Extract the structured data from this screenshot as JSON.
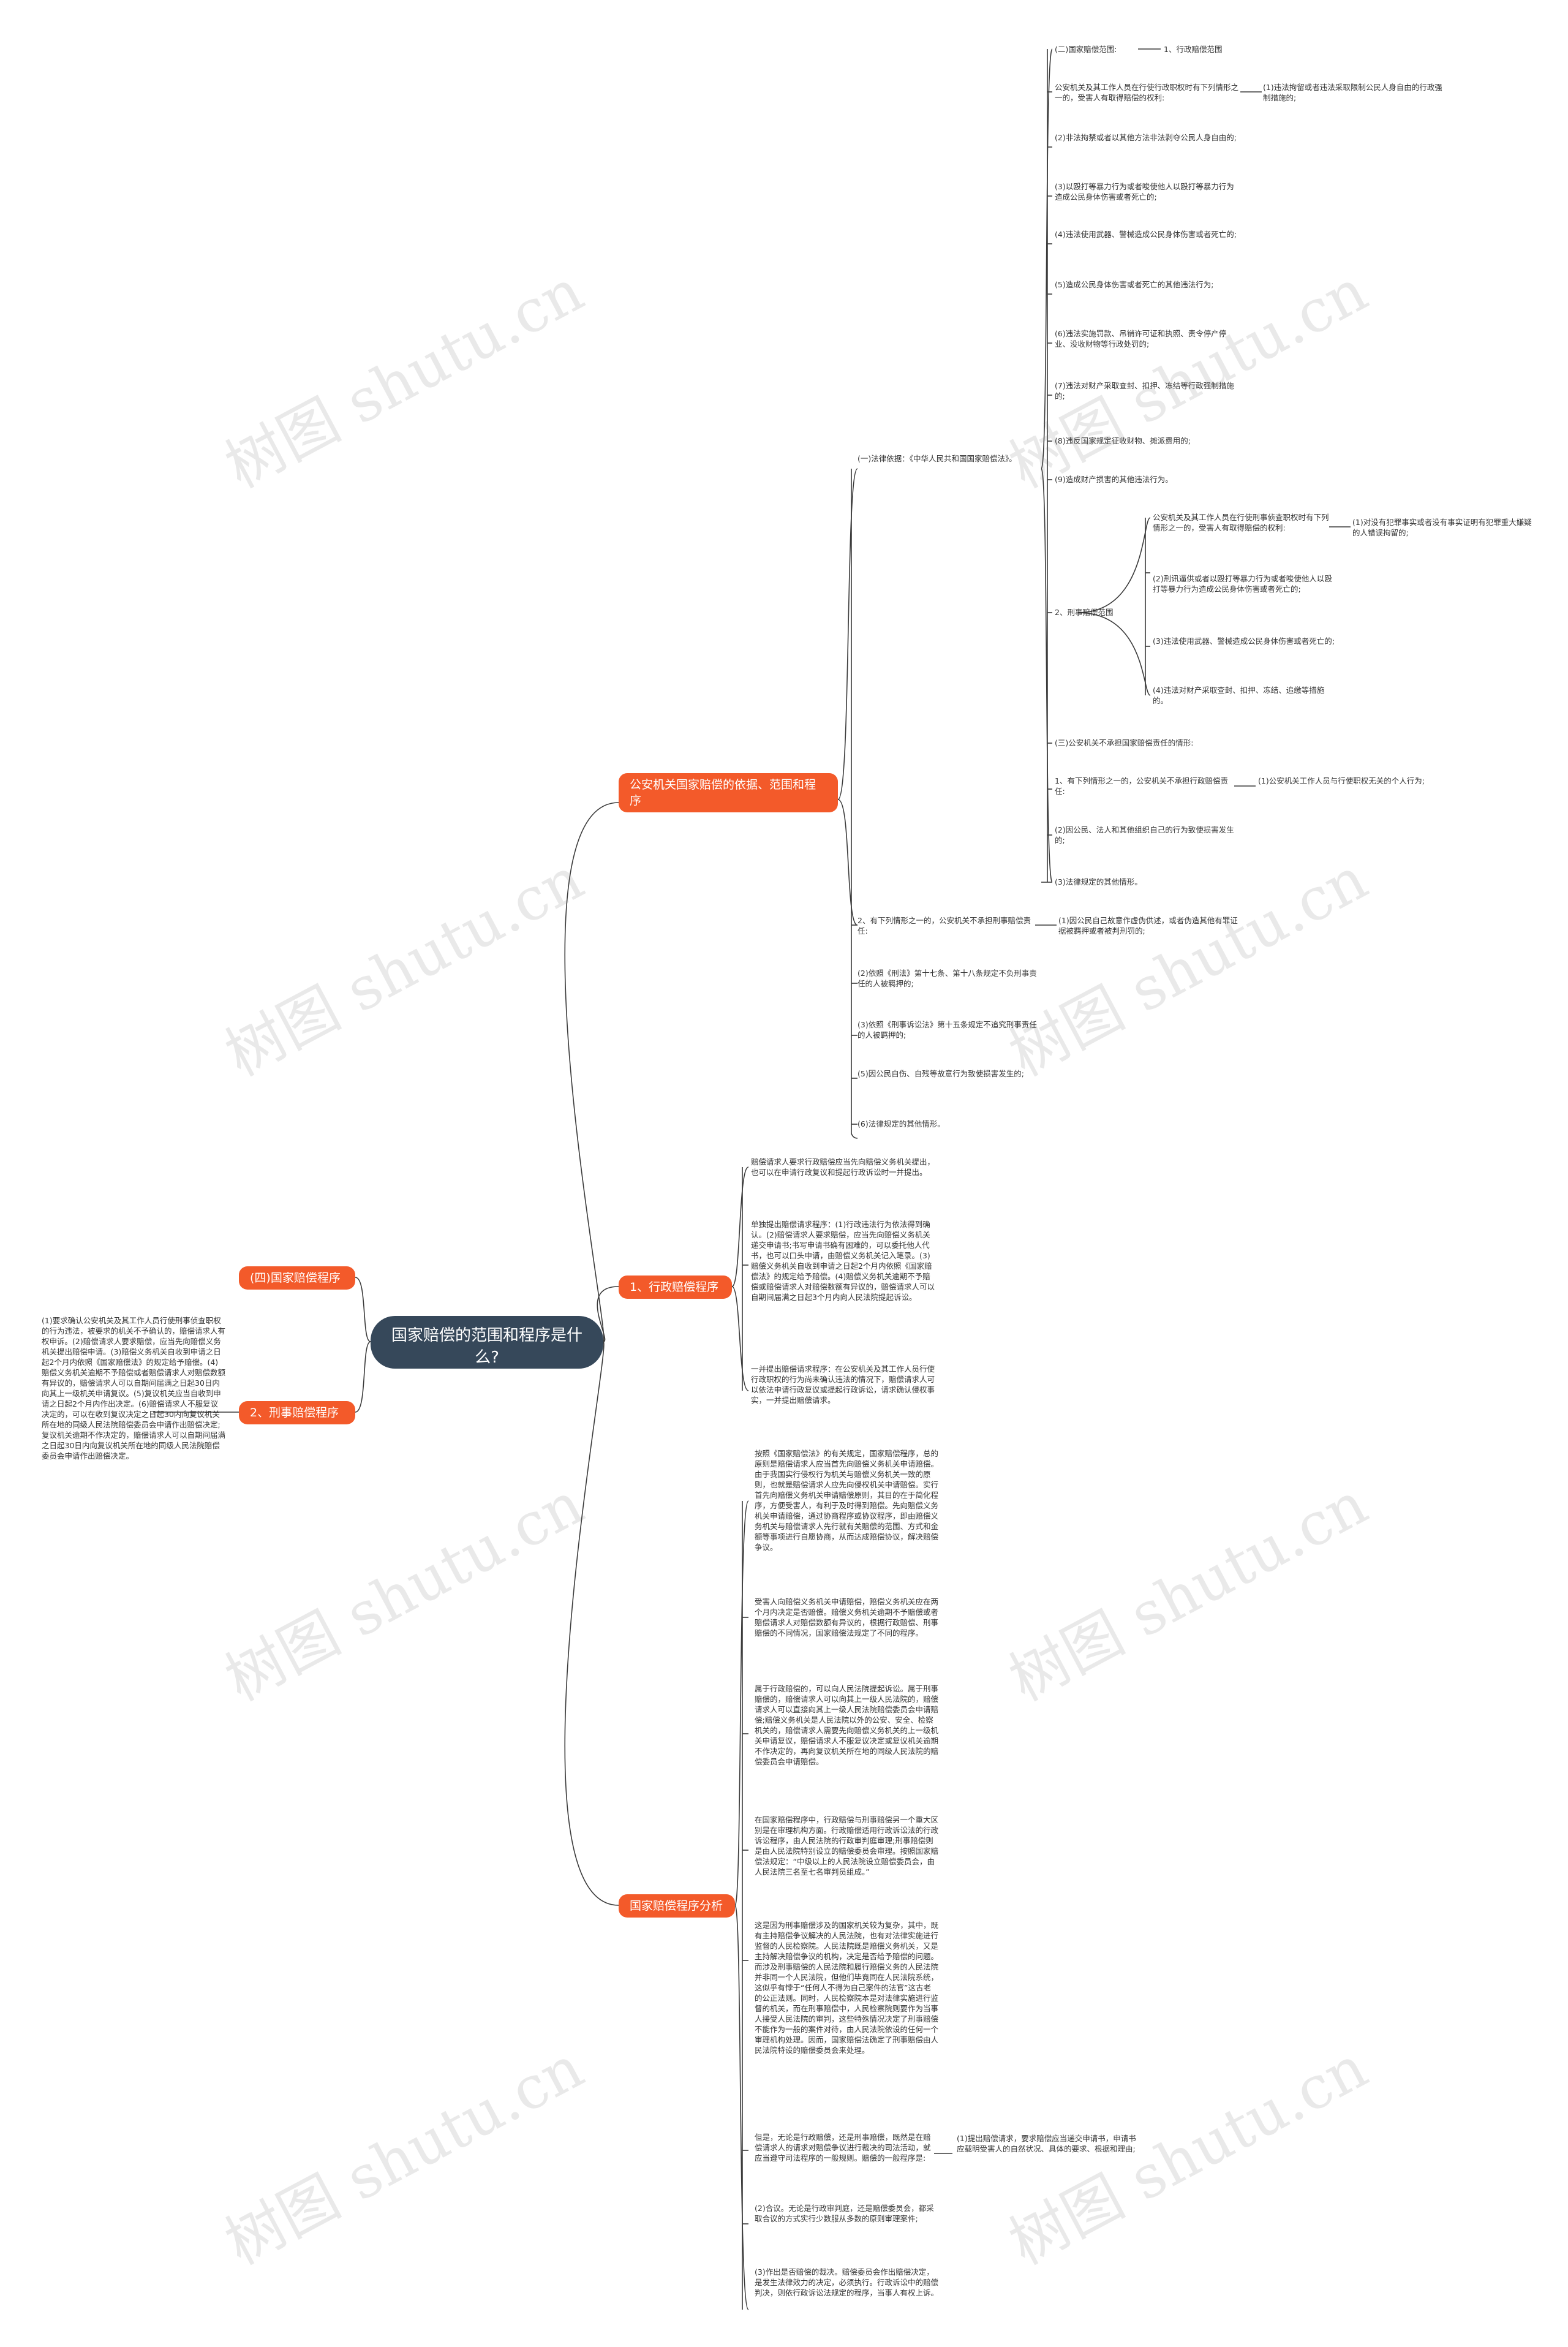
{
  "root": "国家赔偿的范围和程序是什么?",
  "branches": {
    "b1": "公安机关国家赔偿的依据、范围和程序",
    "b2": "1、行政赔偿程序",
    "b3": "国家赔偿程序分析",
    "b4": "(四)国家赔偿程序",
    "b5": "2、刑事赔偿程序"
  },
  "left_note": "(1)要求确认公安机关及其工作人员行使刑事侦查职权的行为违法，被要求的机关不予确认的，赔偿请求人有权申诉。(2)赔偿请求人要求赔偿，应当先向赔偿义务机关提出赔偿申请。(3)赔偿义务机关自收到申请之日起2个月内依照《国家赔偿法》的规定给予赔偿。(4)赔偿义务机关逾期不予赔偿或者赔偿请求人对赔偿数额有异议的，赔偿请求人可以自期间届满之日起30日内向其上一级机关申请复议。(5)复议机关应当自收到申请之日起2个月内作出决定。(6)赔偿请求人不服复议决定的，可以在收到复议决定之日起30内向复议机关所在地的同级人民法院赔偿委员会申请作出赔偿决定;复议机关逾期不作决定的，赔偿请求人可以自期间届满之日起30日内向复议机关所在地的同级人民法院赔偿委员会申请作出赔偿决定。",
  "b1_nodes": {
    "n_scope": "(二)国家赔偿范围:",
    "n_admin": "1、行政赔偿范围",
    "n_a1": "公安机关及其工作人员在行使行政职权时有下列情形之一的，受害人有取得赔偿的权利:",
    "n_a1c": "(1)违法拘留或者违法采取限制公民人身自由的行政强制措施的;",
    "n_a2": "(2)非法拘禁或者以其他方法非法剥夺公民人身自由的;",
    "n_a3": "(3)以殴打等暴力行为或者唆使他人以殴打等暴力行为造成公民身体伤害或者死亡的;",
    "n_a4": "(4)违法使用武器、警械造成公民身体伤害或者死亡的;",
    "n_a5": "(5)造成公民身体伤害或者死亡的其他违法行为;",
    "n_a6": "(6)违法实施罚款、吊销许可证和执照、责令停产停业、没收财物等行政处罚的;",
    "n_a7": "(7)违法对财产采取查封、扣押、冻结等行政强制措施的;",
    "n_a8": "(8)违反国家规定征收财物、摊派费用的;",
    "n_a9": "(9)造成财产损害的其他违法行为。",
    "n_basis": "(一)法律依据：《中华人民共和国国家赔偿法》。",
    "n_crim": "2、刑事赔偿范围",
    "n_c1": "公安机关及其工作人员在行使刑事侦查职权时有下列情形之一的，受害人有取得赔偿的权利:",
    "n_c1c": "(1)对没有犯罪事实或者没有事实证明有犯罪重大嫌疑的人错误拘留的;",
    "n_c2": "(2)刑讯逼供或者以殴打等暴力行为或者唆使他人以殴打等暴力行为造成公民身体伤害或者死亡的;",
    "n_c3": "(3)违法使用武器、警械造成公民身体伤害或者死亡的;",
    "n_c4": "(4)违法对财产采取查封、扣押、冻结、追缴等措施的。",
    "n_not": "(三)公安机关不承担国家赔偿责任的情形:",
    "n_n1": "1、有下列情形之一的，公安机关不承担行政赔偿责任:",
    "n_n1c": "(1)公安机关工作人员与行使职权无关的个人行为;",
    "n_n2": "(2)因公民、法人和其他组织自己的行为致使损害发生的;",
    "n_n3": "(3)法律规定的其他情形。",
    "n_k": "2、有下列情形之一的，公安机关不承担刑事赔偿责任:",
    "n_kc": "(1)因公民自己故意作虚伪供述，或者伪造其他有罪证据被羁押或者被判刑罚的;",
    "n_k2": "(2)依照《刑法》第十七条、第十八条规定不负刑事责任的人被羁押的;",
    "n_k3": "(3)依照《刑事诉讼法》第十五条规定不追究刑事责任的人被羁押的;",
    "n_k4": "(5)因公民自伤、自残等故意行为致使损害发生的;",
    "n_k5": "(6)法律规定的其他情形。"
  },
  "b2_nodes": {
    "p1": "赔偿请求人要求行政赔偿应当先向赔偿义务机关提出，也可以在申请行政复议和提起行政诉讼时一并提出。",
    "p2": "单独提出赔偿请求程序：(1)行政违法行为依法得到确认。(2)赔偿请求人要求赔偿，应当先向赔偿义务机关递交申请书;书写申请书确有困难的，可以委托他人代书，也可以口头申请，由赔偿义务机关记入笔录。(3)赔偿义务机关自收到申请之日起2个月内依照《国家赔偿法》的规定给予赔偿。(4)赔偿义务机关逾期不予赔偿或赔偿请求人对赔偿数额有异议的，赔偿请求人可以自期间届满之日起3个月内向人民法院提起诉讼。",
    "p3": "一并提出赔偿请求程序：在公安机关及其工作人员行使行政职权的行为尚未确认违法的情况下，赔偿请求人可以依法申请行政复议或提起行政诉讼，请求确认侵权事实，一并提出赔偿请求。"
  },
  "b3_nodes": {
    "q1": "按照《国家赔偿法》的有关规定，国家赔偿程序，总的原则是赔偿请求人应当首先向赔偿义务机关申请赔偿。由于我国实行侵权行为机关与赔偿义务机关一致的原则，也就是赔偿请求人应先向侵权机关申请赔偿。实行首先向赔偿义务机关申请赔偿原则，其目的在于简化程序，方便受害人，有利于及时得到赔偿。先向赔偿义务机关申请赔偿，通过协商程序或协议程序，即由赔偿义务机关与赔偿请求人先行就有关赔偿的范围、方式和金额等事项进行自愿协商，从而达成赔偿协议，解决赔偿争议。",
    "q2": "受害人向赔偿义务机关申请赔偿，赔偿义务机关应在两个月内决定是否赔偿。赔偿义务机关逾期不予赔偿或者赔偿请求人对赔偿数额有异议的，根据行政赔偿、刑事赔偿的不同情况，国家赔偿法规定了不同的程序。",
    "q3": "属于行政赔偿的，可以向人民法院提起诉讼。属于刑事赔偿的，赔偿请求人可以向其上一级人民法院的，赔偿请求人可以直接向其上一级人民法院赔偿委员会申请赔偿;赔偿义务机关是人民法院以外的公安、安全、检察机关的，赔偿请求人需要先向赔偿义务机关的上一级机关申请复议，赔偿请求人不服复议决定或复议机关逾期不作决定的，再向复议机关所在地的同级人民法院的赔偿委员会申请赔偿。",
    "q4": "在国家赔偿程序中，行政赔偿与刑事赔偿另一个重大区别是在审理机构方面。行政赔偿适用行政诉讼法的行政诉讼程序，由人民法院的行政审判庭审理;刑事赔偿则是由人民法院特别设立的赔偿委员会审理。按照国家赔偿法规定：“中级以上的人民法院设立赔偿委员会，由人民法院三名至七名审判员组成。”",
    "q5": "这是因为刑事赔偿涉及的国家机关较为复杂，其中，既有主持赔偿争议解决的人民法院，也有对法律实施进行监督的人民检察院。人民法院既是赔偿义务机关，又是主持解决赔偿争议的机构，决定是否给予赔偿的问题。而涉及刑事赔偿的人民法院和履行赔偿义务的人民法院并非同一个人民法院，但他们毕竟同在人民法院系统，这似乎有悖于“任何人不得为自己案件的法官”这古老的公正法则。同时，人民检察院本是对法律实施进行监督的机关，而在刑事赔偿中，人民检察院则要作为当事人接受人民法院的审判，这些特殊情况决定了刑事赔偿不能作为一般的案件对待，由人民法院依设的任何一个审理机构处理。因而，国家赔偿法确定了刑事赔偿由人民法院特设的赔偿委员会来处理。",
    "q6": "但是，无论是行政赔偿，还是刑事赔偿，既然是在赔偿请求人的请求对赔偿争议进行裁决的司法活动，就应当遵守司法程序的一般规则。赔偿的一般程序是:",
    "q6c": "(1)提出赔偿请求，要求赔偿应当递交申请书，申请书应载明受害人的自然状况、具体的要求、根据和理由;",
    "q7": "(2)合议。无论是行政审判庭，还是赔偿委员会，都采取合议的方式实行少数服从多数的原则审理案件;",
    "q8": "(3)作出是否赔偿的裁决。赔偿委员会作出赔偿决定，是发生法律效力的决定，必须执行。行政诉讼中的赔偿判决，则依行政诉讼法规定的程序，当事人有权上诉。"
  },
  "watermark": "树图 shutu.cn"
}
